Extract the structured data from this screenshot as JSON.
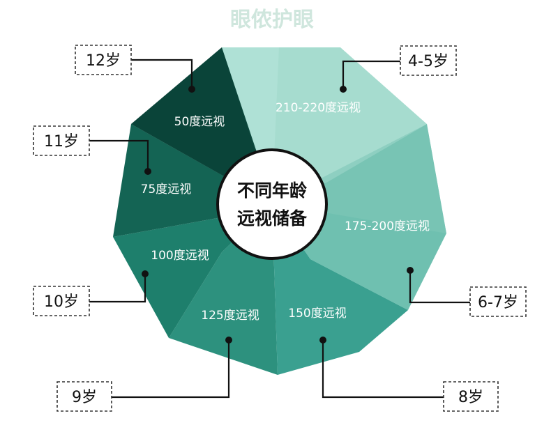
{
  "watermark": "眼侬护眼",
  "center": {
    "line1": "不同年龄",
    "line2": "远视储备"
  },
  "segments": [
    {
      "label": "210-220度远视",
      "age": "4-5岁",
      "color": "#a6dccf"
    },
    {
      "label": "175-200度远视",
      "age": "6-7岁",
      "color": "#6fc0b0"
    },
    {
      "label": "150度远视",
      "age": "8岁",
      "color": "#3aa090"
    },
    {
      "label": "125度远视",
      "age": "9岁",
      "color": "#2d917e"
    },
    {
      "label": "100度远视",
      "age": "10岁",
      "color": "#1e7f6c"
    },
    {
      "label": "75度远视",
      "age": "11岁",
      "color": "#146454"
    },
    {
      "label": "50度远视",
      "age": "12岁",
      "color": "#0d4a3e"
    }
  ]
}
